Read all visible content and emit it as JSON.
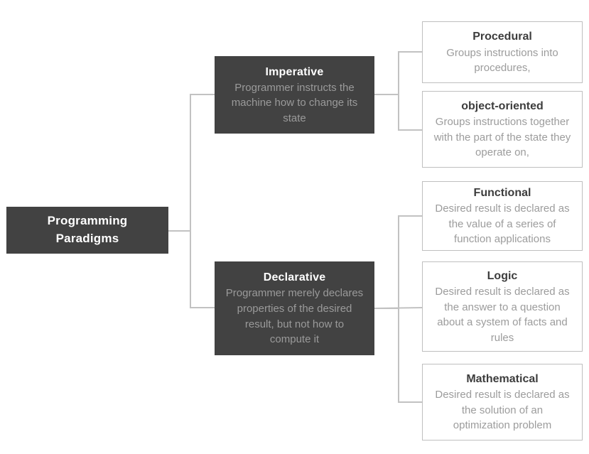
{
  "diagram": {
    "type": "tree",
    "title": "Programming Paradigms",
    "colors": {
      "background": "#ffffff",
      "dark_node_fill": "#424242",
      "dark_node_title": "#ffffff",
      "dark_node_text": "#9a9a9a",
      "leaf_node_fill": "#ffffff",
      "leaf_node_border": "#bfbfbf",
      "leaf_node_title": "#3d3d3d",
      "leaf_node_text": "#9c9c9c",
      "connector": "#c2c2c2"
    },
    "nodes": {
      "root": {
        "title": "Programming Paradigms"
      },
      "imperative": {
        "title": "Imperative",
        "description": "Programmer instructs the machine how to change its state"
      },
      "declarative": {
        "title": "Declarative",
        "description": "Programmer merely declares properties of the desired result, but not how to compute it"
      },
      "procedural": {
        "title": "Procedural",
        "description": "Groups instructions into procedures,"
      },
      "object_oriented": {
        "title": "object-oriented",
        "description": "Groups instructions together with the part of the state they operate on,"
      },
      "functional": {
        "title": "Functional",
        "description": "Desired result is declared as the value of a series of function applications"
      },
      "logic": {
        "title": "Logic",
        "description": "Desired result is declared as the answer to a question about a system of facts and rules"
      },
      "mathematical": {
        "title": "Mathematical",
        "description": "Desired result is declared as the solution of an optimization problem"
      }
    },
    "edges": [
      [
        "root",
        "imperative"
      ],
      [
        "root",
        "declarative"
      ],
      [
        "imperative",
        "procedural"
      ],
      [
        "imperative",
        "object_oriented"
      ],
      [
        "declarative",
        "functional"
      ],
      [
        "declarative",
        "logic"
      ],
      [
        "declarative",
        "mathematical"
      ]
    ]
  }
}
